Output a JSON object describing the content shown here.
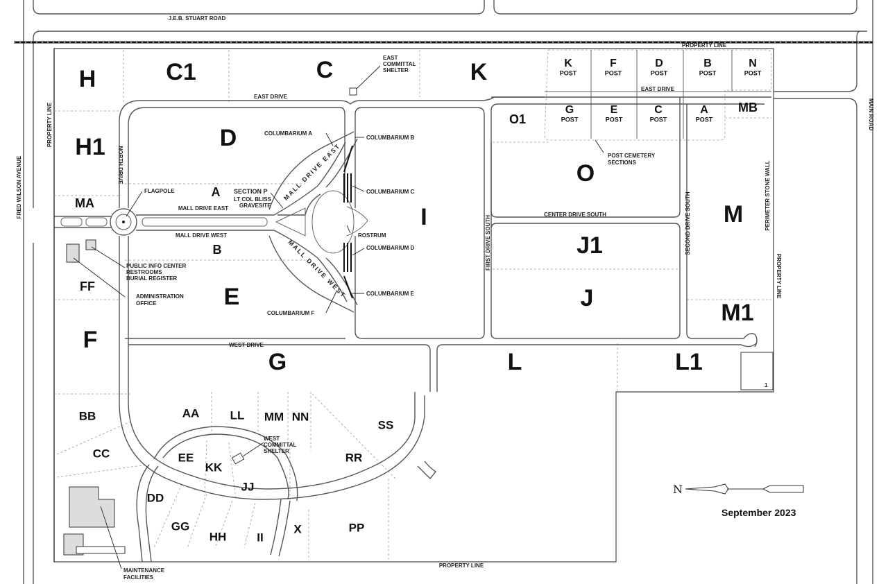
{
  "date": "September 2023",
  "north": "N",
  "roads": {
    "jeb_stuart": "J.E.B. STUART ROAD",
    "fred_wilson": "FRED WILSON AVENUE",
    "main_road": "MAIN ROAD",
    "property_line": "PROPERTY LINE",
    "east_drive": "EAST DRIVE",
    "north_drive": "NORTH DRIVE",
    "mall_drive_east": "MALL DRIVE EAST",
    "mall_drive_west": "MALL DRIVE WEST",
    "west_drive": "WEST DRIVE",
    "first_drive_south": "FIRST DRIVE SOUTH",
    "center_drive_south": "CENTER DRIVE SOUTH",
    "second_drive_south": "SECOND DRIVE SOUTH",
    "perimeter_stone_wall": "PERIMETER STONE WALL",
    "mall_drive_east_curve": "MALL DRIVE EAST",
    "mall_drive_west_curve": "MALL DRIVE WEST"
  },
  "sections": {
    "H": "H",
    "C1": "C1",
    "C": "C",
    "K": "K",
    "H1": "H1",
    "D": "D",
    "A": "A",
    "MA": "MA",
    "B": "B",
    "E": "E",
    "FF": "FF",
    "F": "F",
    "I": "I",
    "O1": "O1",
    "O": "O",
    "J1": "J1",
    "J": "J",
    "M": "M",
    "M1": "M1",
    "MB": "MB",
    "G": "G",
    "L": "L",
    "L1": "L1",
    "BB": "BB",
    "CC": "CC",
    "AA": "AA",
    "LL": "LL",
    "MM": "MM",
    "NN": "NN",
    "SS": "SS",
    "EE": "EE",
    "KK": "KK",
    "JJ": "JJ",
    "RR": "RR",
    "DD": "DD",
    "GG": "GG",
    "HH": "HH",
    "II": "II",
    "X": "X",
    "PP": "PP"
  },
  "post_sections": {
    "word": "POST",
    "top": [
      "K",
      "F",
      "D",
      "B",
      "N"
    ],
    "bottom": [
      "G",
      "E",
      "C",
      "A"
    ]
  },
  "labels": {
    "east_shelter": [
      "EAST",
      "COMMITTAL",
      "SHELTER"
    ],
    "west_shelter": [
      "WEST",
      "COMMITTAL",
      "SHELTER"
    ],
    "columbarium_a": "COLUMBARIUM A",
    "columbarium_b": "COLUMBARIUM B",
    "columbarium_c": "COLUMBARIUM C",
    "columbarium_d": "COLUMBARIUM D",
    "columbarium_e": "COLUMBARIUM E",
    "columbarium_f": "COLUMBARIUM F",
    "rostrum": "ROSTRUM",
    "flagpole": "FLAGPOLE",
    "section_p": [
      "SECTION P",
      "LT COL BLISS",
      "GRAVESITE"
    ],
    "public_info": [
      "PUBLIC INFO CENTER",
      "RESTROOMS",
      "BURIAL REGISTER"
    ],
    "admin_office": [
      "ADMINISTRATION",
      "OFFICE"
    ],
    "post_cemetery": [
      "POST CEMETERY",
      "SECTIONS"
    ],
    "maintenance": [
      "MAINTENANCE",
      "FACILITIES"
    ]
  }
}
